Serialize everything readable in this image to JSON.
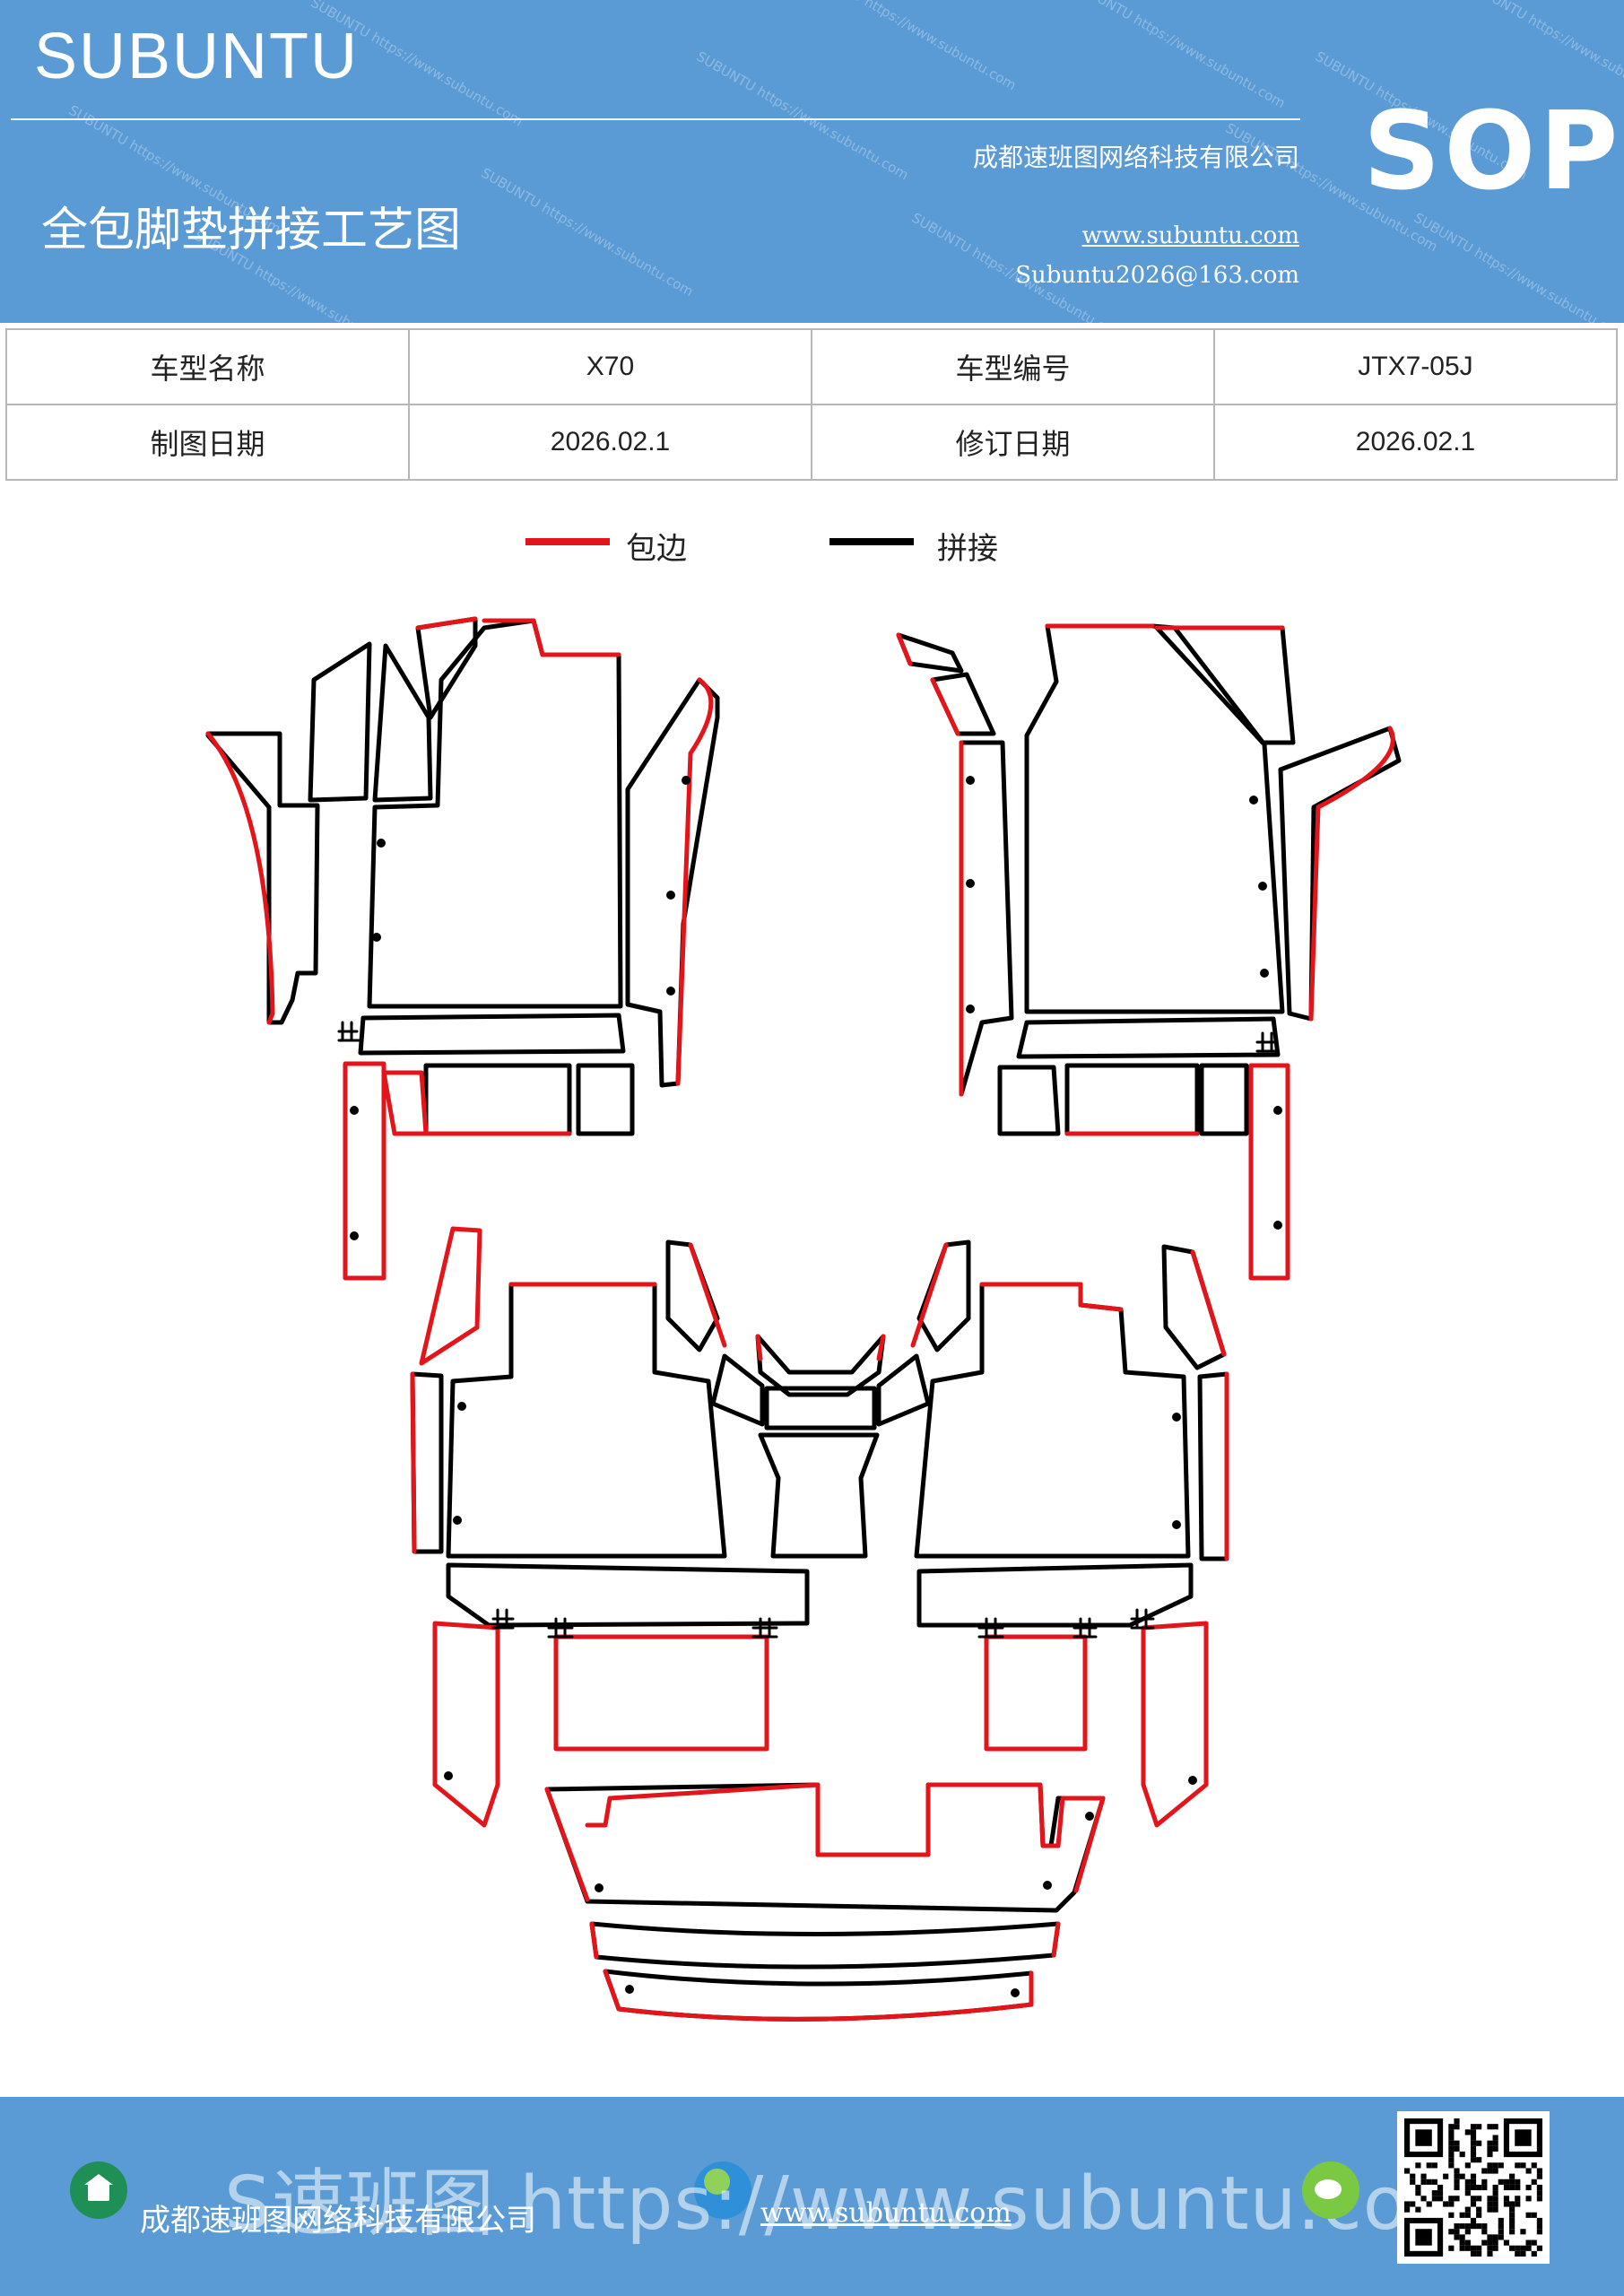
{
  "header": {
    "brand": "SUBUNTU",
    "badge": "SOP",
    "company": "成都速班图网络科技有限公司",
    "title": "全包脚垫拼接工艺图",
    "website": "www.subuntu.com",
    "email": "Subuntu2026@163.com",
    "watermark_text": "SUBUNTU https://www.subuntu.com",
    "color": "#5b9bd5"
  },
  "info_table": {
    "rows": [
      [
        {
          "label": "车型名称",
          "value": "X70"
        },
        {
          "label": "车型编号",
          "value": "JTX7-05J"
        }
      ],
      [
        {
          "label": "制图日期",
          "value": "2026.02.1"
        },
        {
          "label": "修订日期",
          "value": "2026.02.1"
        }
      ]
    ]
  },
  "legend": {
    "items": [
      {
        "label": "包边",
        "color": "#e3141a"
      },
      {
        "label": "拼接",
        "color": "#000000"
      }
    ]
  },
  "footer": {
    "company": "成都速班图网络科技有限公司",
    "website": "www.subuntu.com",
    "overlay": "S速班图 https://www.subuntu.com",
    "icons": [
      "home-icon",
      "globe-icon",
      "wechat-icon",
      "qr-code"
    ]
  }
}
